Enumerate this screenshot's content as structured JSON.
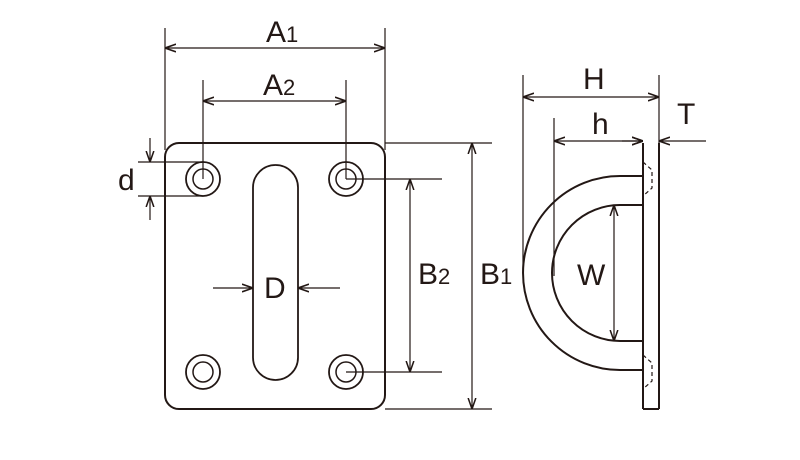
{
  "labels": {
    "A1": {
      "main": "A",
      "sub": "1"
    },
    "A2": {
      "main": "A",
      "sub": "2"
    },
    "B1": {
      "main": "B",
      "sub": "1"
    },
    "B2": {
      "main": "B",
      "sub": "2"
    },
    "d": "d",
    "D": "D",
    "H": "H",
    "h": "h",
    "T": "T",
    "W": "W"
  }
}
